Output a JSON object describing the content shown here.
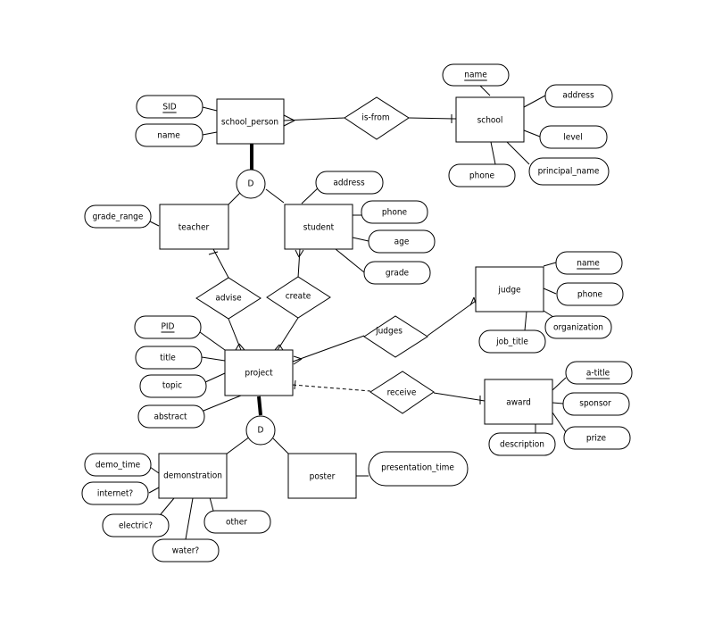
{
  "diagram": {
    "title": "Science fair ER diagram",
    "entities": [
      {
        "id": "school_person",
        "label": "school_person"
      },
      {
        "id": "school",
        "label": "school"
      },
      {
        "id": "teacher",
        "label": "teacher"
      },
      {
        "id": "student",
        "label": "student"
      },
      {
        "id": "judge",
        "label": "judge"
      },
      {
        "id": "project",
        "label": "project"
      },
      {
        "id": "award",
        "label": "award"
      },
      {
        "id": "demonstration",
        "label": "demonstration"
      },
      {
        "id": "poster",
        "label": "poster"
      }
    ],
    "relationships": [
      {
        "id": "is_from",
        "label": "is-from"
      },
      {
        "id": "advise",
        "label": "advise"
      },
      {
        "id": "create",
        "label": "create"
      },
      {
        "id": "judges",
        "label": "judges"
      },
      {
        "id": "receive",
        "label": "receive"
      }
    ],
    "disjoint_markers": [
      {
        "id": "d1",
        "label": "D"
      },
      {
        "id": "d2",
        "label": "D"
      }
    ],
    "attributes": [
      {
        "id": "sp_sid",
        "label": "SID",
        "key": true,
        "entity": "school_person"
      },
      {
        "id": "sp_name",
        "label": "name",
        "key": false,
        "entity": "school_person"
      },
      {
        "id": "sc_name",
        "label": "name",
        "key": true,
        "entity": "school"
      },
      {
        "id": "sc_address",
        "label": "address",
        "key": false,
        "entity": "school"
      },
      {
        "id": "sc_level",
        "label": "level",
        "key": false,
        "entity": "school"
      },
      {
        "id": "sc_phone",
        "label": "phone",
        "key": false,
        "entity": "school"
      },
      {
        "id": "sc_principal",
        "label": "principal_name",
        "key": false,
        "entity": "school"
      },
      {
        "id": "t_grade_range",
        "label": "grade_range",
        "key": false,
        "entity": "teacher"
      },
      {
        "id": "st_address",
        "label": "address",
        "key": false,
        "entity": "student"
      },
      {
        "id": "st_phone",
        "label": "phone",
        "key": false,
        "entity": "student"
      },
      {
        "id": "st_age",
        "label": "age",
        "key": false,
        "entity": "student"
      },
      {
        "id": "st_grade",
        "label": "grade",
        "key": false,
        "entity": "student"
      },
      {
        "id": "j_name",
        "label": "name",
        "key": true,
        "entity": "judge"
      },
      {
        "id": "j_phone",
        "label": "phone",
        "key": false,
        "entity": "judge"
      },
      {
        "id": "j_org",
        "label": "organization",
        "key": false,
        "entity": "judge"
      },
      {
        "id": "j_job",
        "label": "job_title",
        "key": false,
        "entity": "judge"
      },
      {
        "id": "p_pid",
        "label": "PID",
        "key": true,
        "entity": "project"
      },
      {
        "id": "p_title",
        "label": "title",
        "key": false,
        "entity": "project"
      },
      {
        "id": "p_topic",
        "label": "topic",
        "key": false,
        "entity": "project"
      },
      {
        "id": "p_abstract",
        "label": "abstract",
        "key": false,
        "entity": "project"
      },
      {
        "id": "a_title",
        "label": "a-title",
        "key": true,
        "entity": "award"
      },
      {
        "id": "a_sponsor",
        "label": "sponsor",
        "key": false,
        "entity": "award"
      },
      {
        "id": "a_prize",
        "label": "prize",
        "key": false,
        "entity": "award"
      },
      {
        "id": "a_desc",
        "label": "description",
        "key": false,
        "entity": "award"
      },
      {
        "id": "dm_time",
        "label": "demo_time",
        "key": false,
        "entity": "demonstration"
      },
      {
        "id": "dm_internet",
        "label": "internet?",
        "key": false,
        "entity": "demonstration"
      },
      {
        "id": "dm_electric",
        "label": "electric?",
        "key": false,
        "entity": "demonstration"
      },
      {
        "id": "dm_water",
        "label": "water?",
        "key": false,
        "entity": "demonstration"
      },
      {
        "id": "dm_other",
        "label": "other",
        "key": false,
        "entity": "demonstration"
      },
      {
        "id": "po_time",
        "label": "presentation_time",
        "key": false,
        "entity": "poster"
      }
    ]
  }
}
